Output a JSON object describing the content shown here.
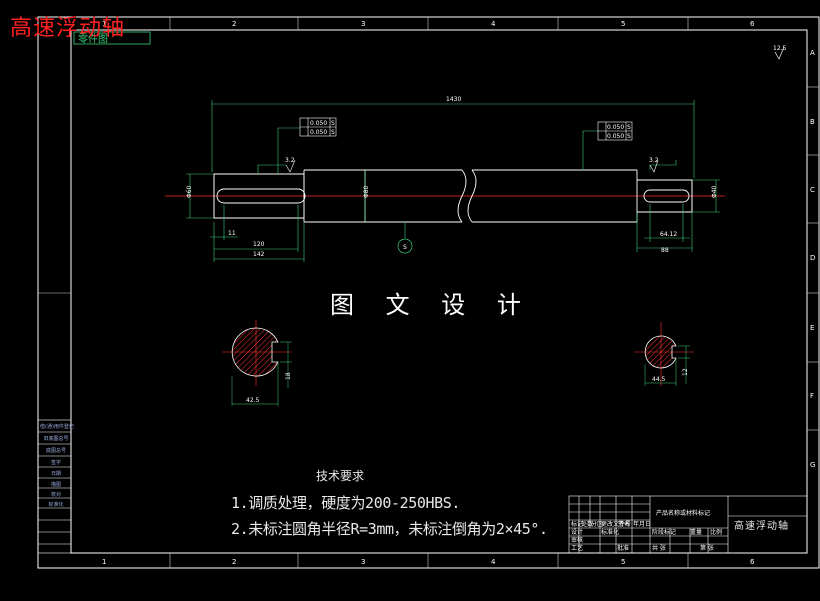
{
  "drawing": {
    "title": "高速浮动轴",
    "center_watermark": "图 文 设 计",
    "border_top_label": "零件图",
    "roughness_note": "12.5",
    "column_markers": [
      "1",
      "2",
      "3",
      "4",
      "5",
      "6"
    ],
    "row_markers": [
      "A",
      "B",
      "C",
      "D",
      "E",
      "F",
      "G"
    ]
  },
  "dimensions": {
    "overall_length": "1430",
    "left_journal_dia": "Φ60",
    "keyway_offset": "11",
    "keyway_length": "120",
    "left_step_length": "142",
    "mid_diameter": "Φ80",
    "right_journal_dia": "Φ40",
    "right_keyway": "64.12",
    "right_step_length": "88",
    "roughness_left": "3.2",
    "roughness_right": "3.2",
    "tol_left_1": "0.050",
    "tol_left_2": "0.050",
    "tol_right_1": "0.050",
    "tol_right_2": "0.050",
    "datum": "S",
    "section_left_width": "42.5",
    "section_left_key": "18",
    "section_right_width": "44.5",
    "section_right_key": "12",
    "section_marker": "S"
  },
  "technical_requirements": {
    "heading": "技术要求",
    "line1": "1.调质处理，硬度为200-250HBS.",
    "line2": "2.未标注圆角半径R=3mm，未标注倒角为2×45°."
  },
  "title_block": {
    "company": "产品名称或材料标记",
    "part_name": "高速浮动轴",
    "cells": [
      "标记",
      "处数",
      "分区",
      "更改文件号",
      "签名",
      "年月日",
      "设计",
      "标准化",
      "阶段标记",
      "重量",
      "比例",
      "审核",
      "工艺",
      "批准",
      "共 张",
      "第 张"
    ]
  },
  "side_panel": {
    "items": [
      "借(通)用件登记",
      "旧底图总号",
      "底图总号",
      "签字",
      "日期",
      "描图",
      "校对",
      "标准化"
    ]
  }
}
